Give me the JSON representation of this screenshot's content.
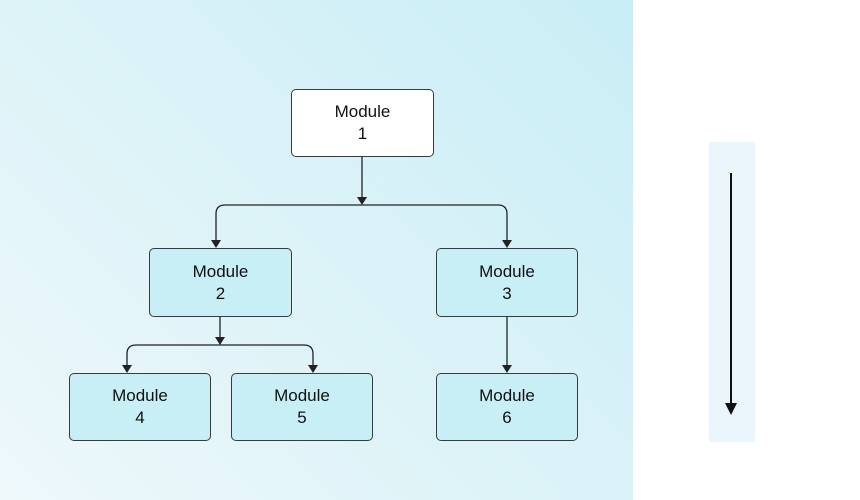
{
  "diagram": {
    "nodes": [
      {
        "id": "m1",
        "line1": "Module",
        "line2": "1",
        "level": "root"
      },
      {
        "id": "m2",
        "line1": "Module",
        "line2": "2",
        "level": "child"
      },
      {
        "id": "m3",
        "line1": "Module",
        "line2": "3",
        "level": "child"
      },
      {
        "id": "m4",
        "line1": "Module",
        "line2": "4",
        "level": "child"
      },
      {
        "id": "m5",
        "line1": "Module",
        "line2": "5",
        "level": "child"
      },
      {
        "id": "m6",
        "line1": "Module",
        "line2": "6",
        "level": "child"
      }
    ],
    "edges": [
      {
        "from": "m1",
        "to": "m2"
      },
      {
        "from": "m1",
        "to": "m3"
      },
      {
        "from": "m2",
        "to": "m4"
      },
      {
        "from": "m2",
        "to": "m5"
      },
      {
        "from": "m3",
        "to": "m6"
      }
    ],
    "flow_direction": "top-down",
    "colors": {
      "panel_background": "#d9f2f7",
      "root_fill": "#ffffff",
      "child_fill": "#c8eef6",
      "stroke": "#222222"
    }
  }
}
